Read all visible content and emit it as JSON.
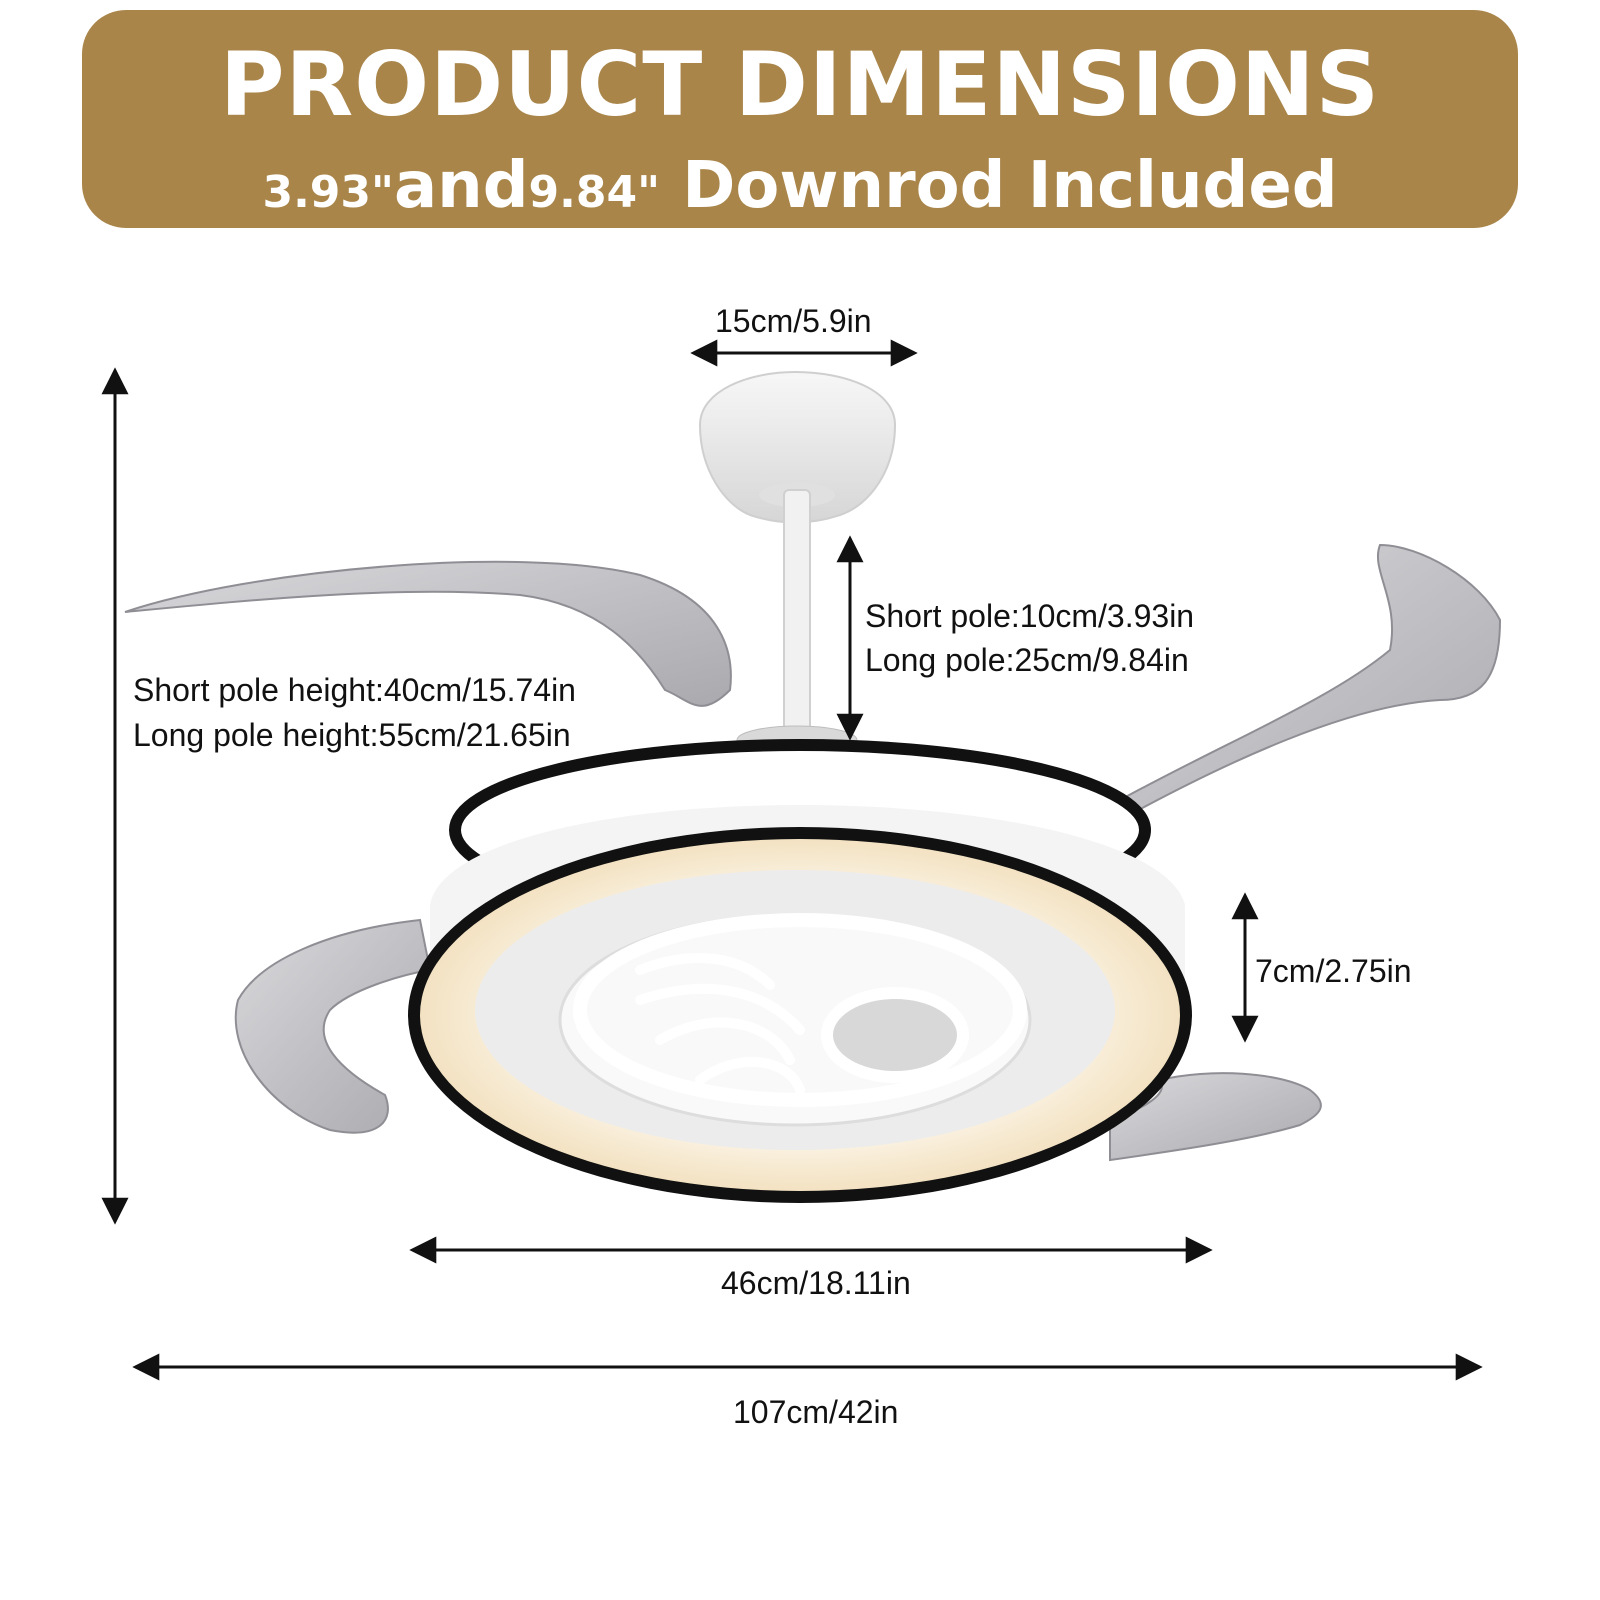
{
  "banner": {
    "title": "PRODUCT DIMENSIONS",
    "subtitle": {
      "short_size": "3.93\"",
      "and_word": "and",
      "long_size": "9.84\"",
      "suffix": " Downrod Included"
    },
    "color": "#a9854a"
  },
  "dimensions": {
    "canopy_width": "15cm/5.9in",
    "pole_short": "Short pole:10cm/3.93in",
    "pole_long": "Long pole:25cm/9.84in",
    "height_short": "Short pole height:40cm/15.74in",
    "height_long": "Long pole height:55cm/21.65in",
    "body_thickness": "7cm/2.75in",
    "light_diameter": "46cm/18.11in",
    "overall_diameter": "107cm/42in"
  },
  "product": {
    "description_icon": "retractable-blade-ceiling-fan-with-led-light",
    "ring_color": "#111111",
    "glow_color": "#f7ead0"
  }
}
